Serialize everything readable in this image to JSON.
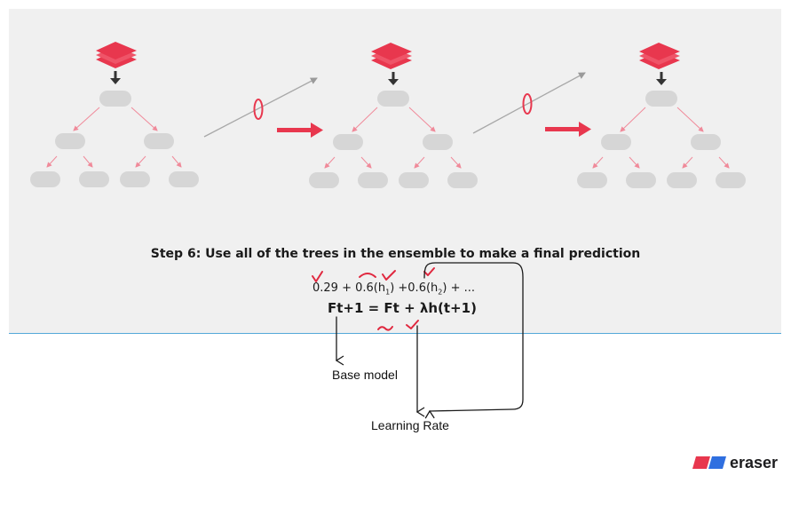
{
  "slide": {
    "step_title": "Step 6: Use all of the trees in the ensemble to make a final prediction",
    "equation_terms": {
      "t0": "0.29 + 0.6(h",
      "s1": "1",
      "t1": ") +0.6(h",
      "s2": "2",
      "t2": ") + ..."
    },
    "update_rule": "Ft+1 = Ft + λh(t+1)",
    "colors": {
      "accent": "#e8374e",
      "node": "#d6d6d6",
      "slide_background": "#f0f0f0",
      "divider": "#54a8d8"
    }
  },
  "annotations": {
    "base_model": "Base model",
    "learning_rate": "Learning Rate",
    "ink_color": "#1a1a1a",
    "check_color": "#e0283f"
  },
  "brand": {
    "name": "eraser",
    "icon": "eraser-logo-icon",
    "logo_colors": [
      "#e8374e",
      "#2f6fe0"
    ]
  }
}
